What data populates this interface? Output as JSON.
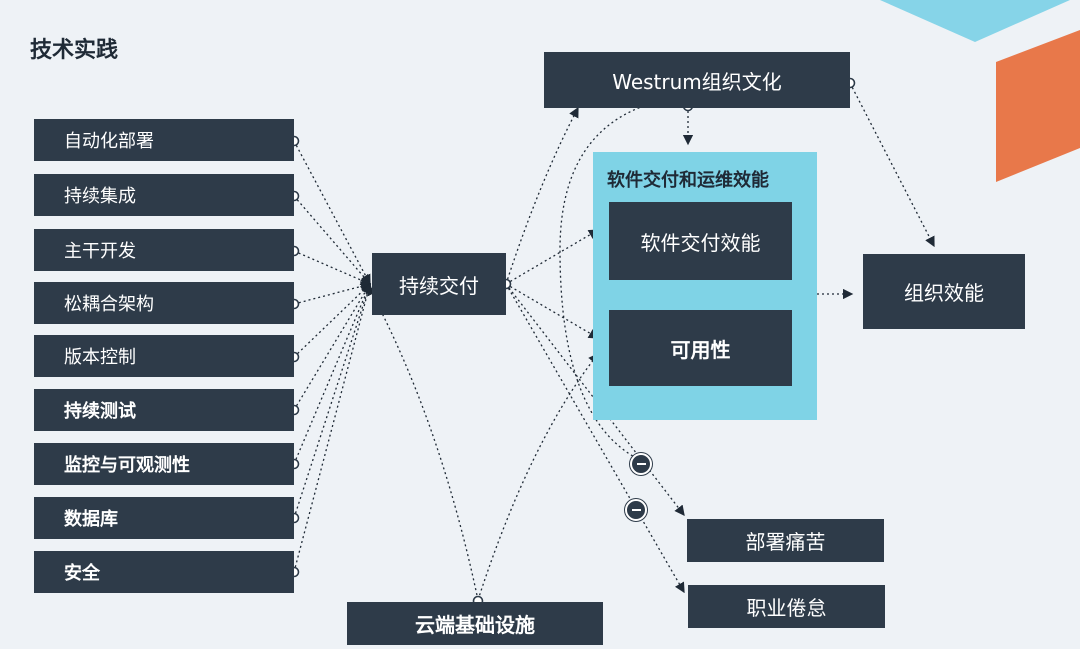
{
  "title": "技术实践",
  "practices": [
    {
      "label": "自动化部署",
      "bold": false
    },
    {
      "label": "持续集成",
      "bold": false
    },
    {
      "label": "主干开发",
      "bold": false
    },
    {
      "label": "松耦合架构",
      "bold": false
    },
    {
      "label": "版本控制",
      "bold": false
    },
    {
      "label": "持续测试",
      "bold": true
    },
    {
      "label": "监控与可观测性",
      "bold": true
    },
    {
      "label": "数据库",
      "bold": true
    },
    {
      "label": "安全",
      "bold": true
    }
  ],
  "nodes": {
    "continuous_delivery": "持续交付",
    "westrum": "Westrum组织文化",
    "cloud_infra": "云端基础设施",
    "group_title": "软件交付和运维效能",
    "software_delivery": "软件交付效能",
    "availability": "可用性",
    "org_performance": "组织效能",
    "deploy_pain": "部署痛苦",
    "burnout": "职业倦怠"
  },
  "colors": {
    "dark_box": "#2e3b49",
    "group_bg": "#7fd3e6",
    "accent_blue": "#7fd3e6",
    "accent_orange": "#e8784a",
    "background": "#eef2f6"
  }
}
